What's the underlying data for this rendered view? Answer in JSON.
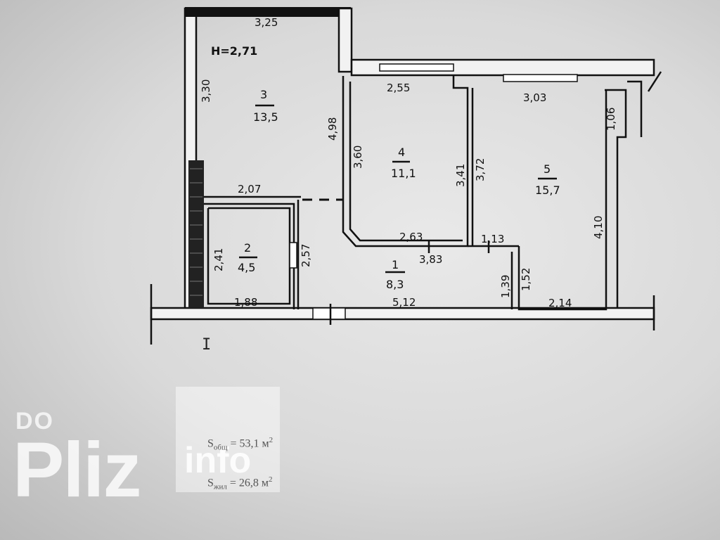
{
  "plan": {
    "height_label": "H=2,71",
    "rooms": [
      {
        "number": "3",
        "area": "13,5"
      },
      {
        "number": "4",
        "area": "11,1"
      },
      {
        "number": "5",
        "area": "15,7"
      },
      {
        "number": "2",
        "area": "4,5"
      },
      {
        "number": "1",
        "area": "8,3"
      }
    ],
    "dimensions": {
      "r3_top": "3,25",
      "r3_left": "3,30",
      "r3_right": "4,98",
      "r3_bottom": "2,07",
      "r4_top": "2,55",
      "r4_left": "3,60",
      "r4_right": "3,41",
      "r4_bottom": "2,63",
      "r5_top": "3,03",
      "r5_left": "3,72",
      "r5_right_top": "1,06",
      "r5_right": "4,10",
      "r5_bottom": "2,14",
      "r2_left": "2,41",
      "r2_right": "2,57",
      "r2_bottom": "1,88",
      "r1_corridor": "3,83",
      "r1_bottom": "5,12",
      "r1_small": "1,13",
      "r1_a": "1,39",
      "r1_b": "1,52"
    }
  },
  "totals": {
    "total_area": "53,1",
    "living_area": "26,8",
    "total_sub": "общ",
    "living_sub": "жил",
    "unit": "м",
    "unit_exp": "2",
    "symbol": "S"
  },
  "watermark": {
    "do": "DO",
    "pliz": "Pliz",
    "info": "info"
  },
  "cursor_glyph": "I"
}
